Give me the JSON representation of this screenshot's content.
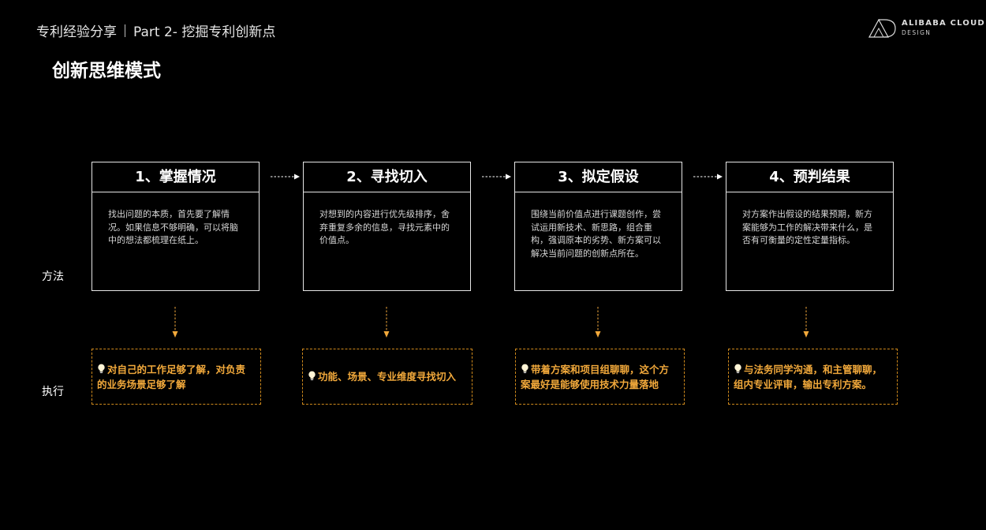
{
  "header": {
    "section": "专利经验分享",
    "part": "Part 2- 挖掘专利创新点"
  },
  "logo": {
    "line1": "ALIBABA CLOUD",
    "line2": "DESIGN"
  },
  "title": "创新思维模式",
  "row_labels": {
    "method": "方法",
    "execute": "执行"
  },
  "colors": {
    "background": "#000000",
    "accent": "#f2a93b",
    "border": "#e6e6e6"
  },
  "icons": {
    "hint": "lightbulb-icon",
    "flow": "dashed-arrow-icon"
  },
  "steps": [
    {
      "title": "1、掌握情况",
      "desc": "找出问题的本质，首先要了解情况。如果信息不够明确，可以将脑中的想法都梳理在纸上。",
      "execute": "对自己的工作足够了解，对负责的业务场景足够了解"
    },
    {
      "title": "2、寻找切入",
      "desc": "对想到的内容进行优先级排序，舍弃重复多余的信息，寻找元素中的价值点。",
      "execute": "功能、场景、专业维度寻找切入"
    },
    {
      "title": "3、拟定假设",
      "desc": "围绕当前价值点进行课题创作，尝试运用新技术、新思路，组合重构，强调原本的劣势、新方案可以解决当前问题的创新点所在。",
      "execute": "带着方案和项目组聊聊，这个方案最好是能够使用技术力量落地"
    },
    {
      "title": "4、预判结果",
      "desc": "对方案作出假设的结果预期，新方案能够为工作的解决带来什么，是否有可衡量的定性定量指标。",
      "execute": "与法务同学沟通，和主管聊聊，组内专业评审，输出专利方案。"
    }
  ]
}
